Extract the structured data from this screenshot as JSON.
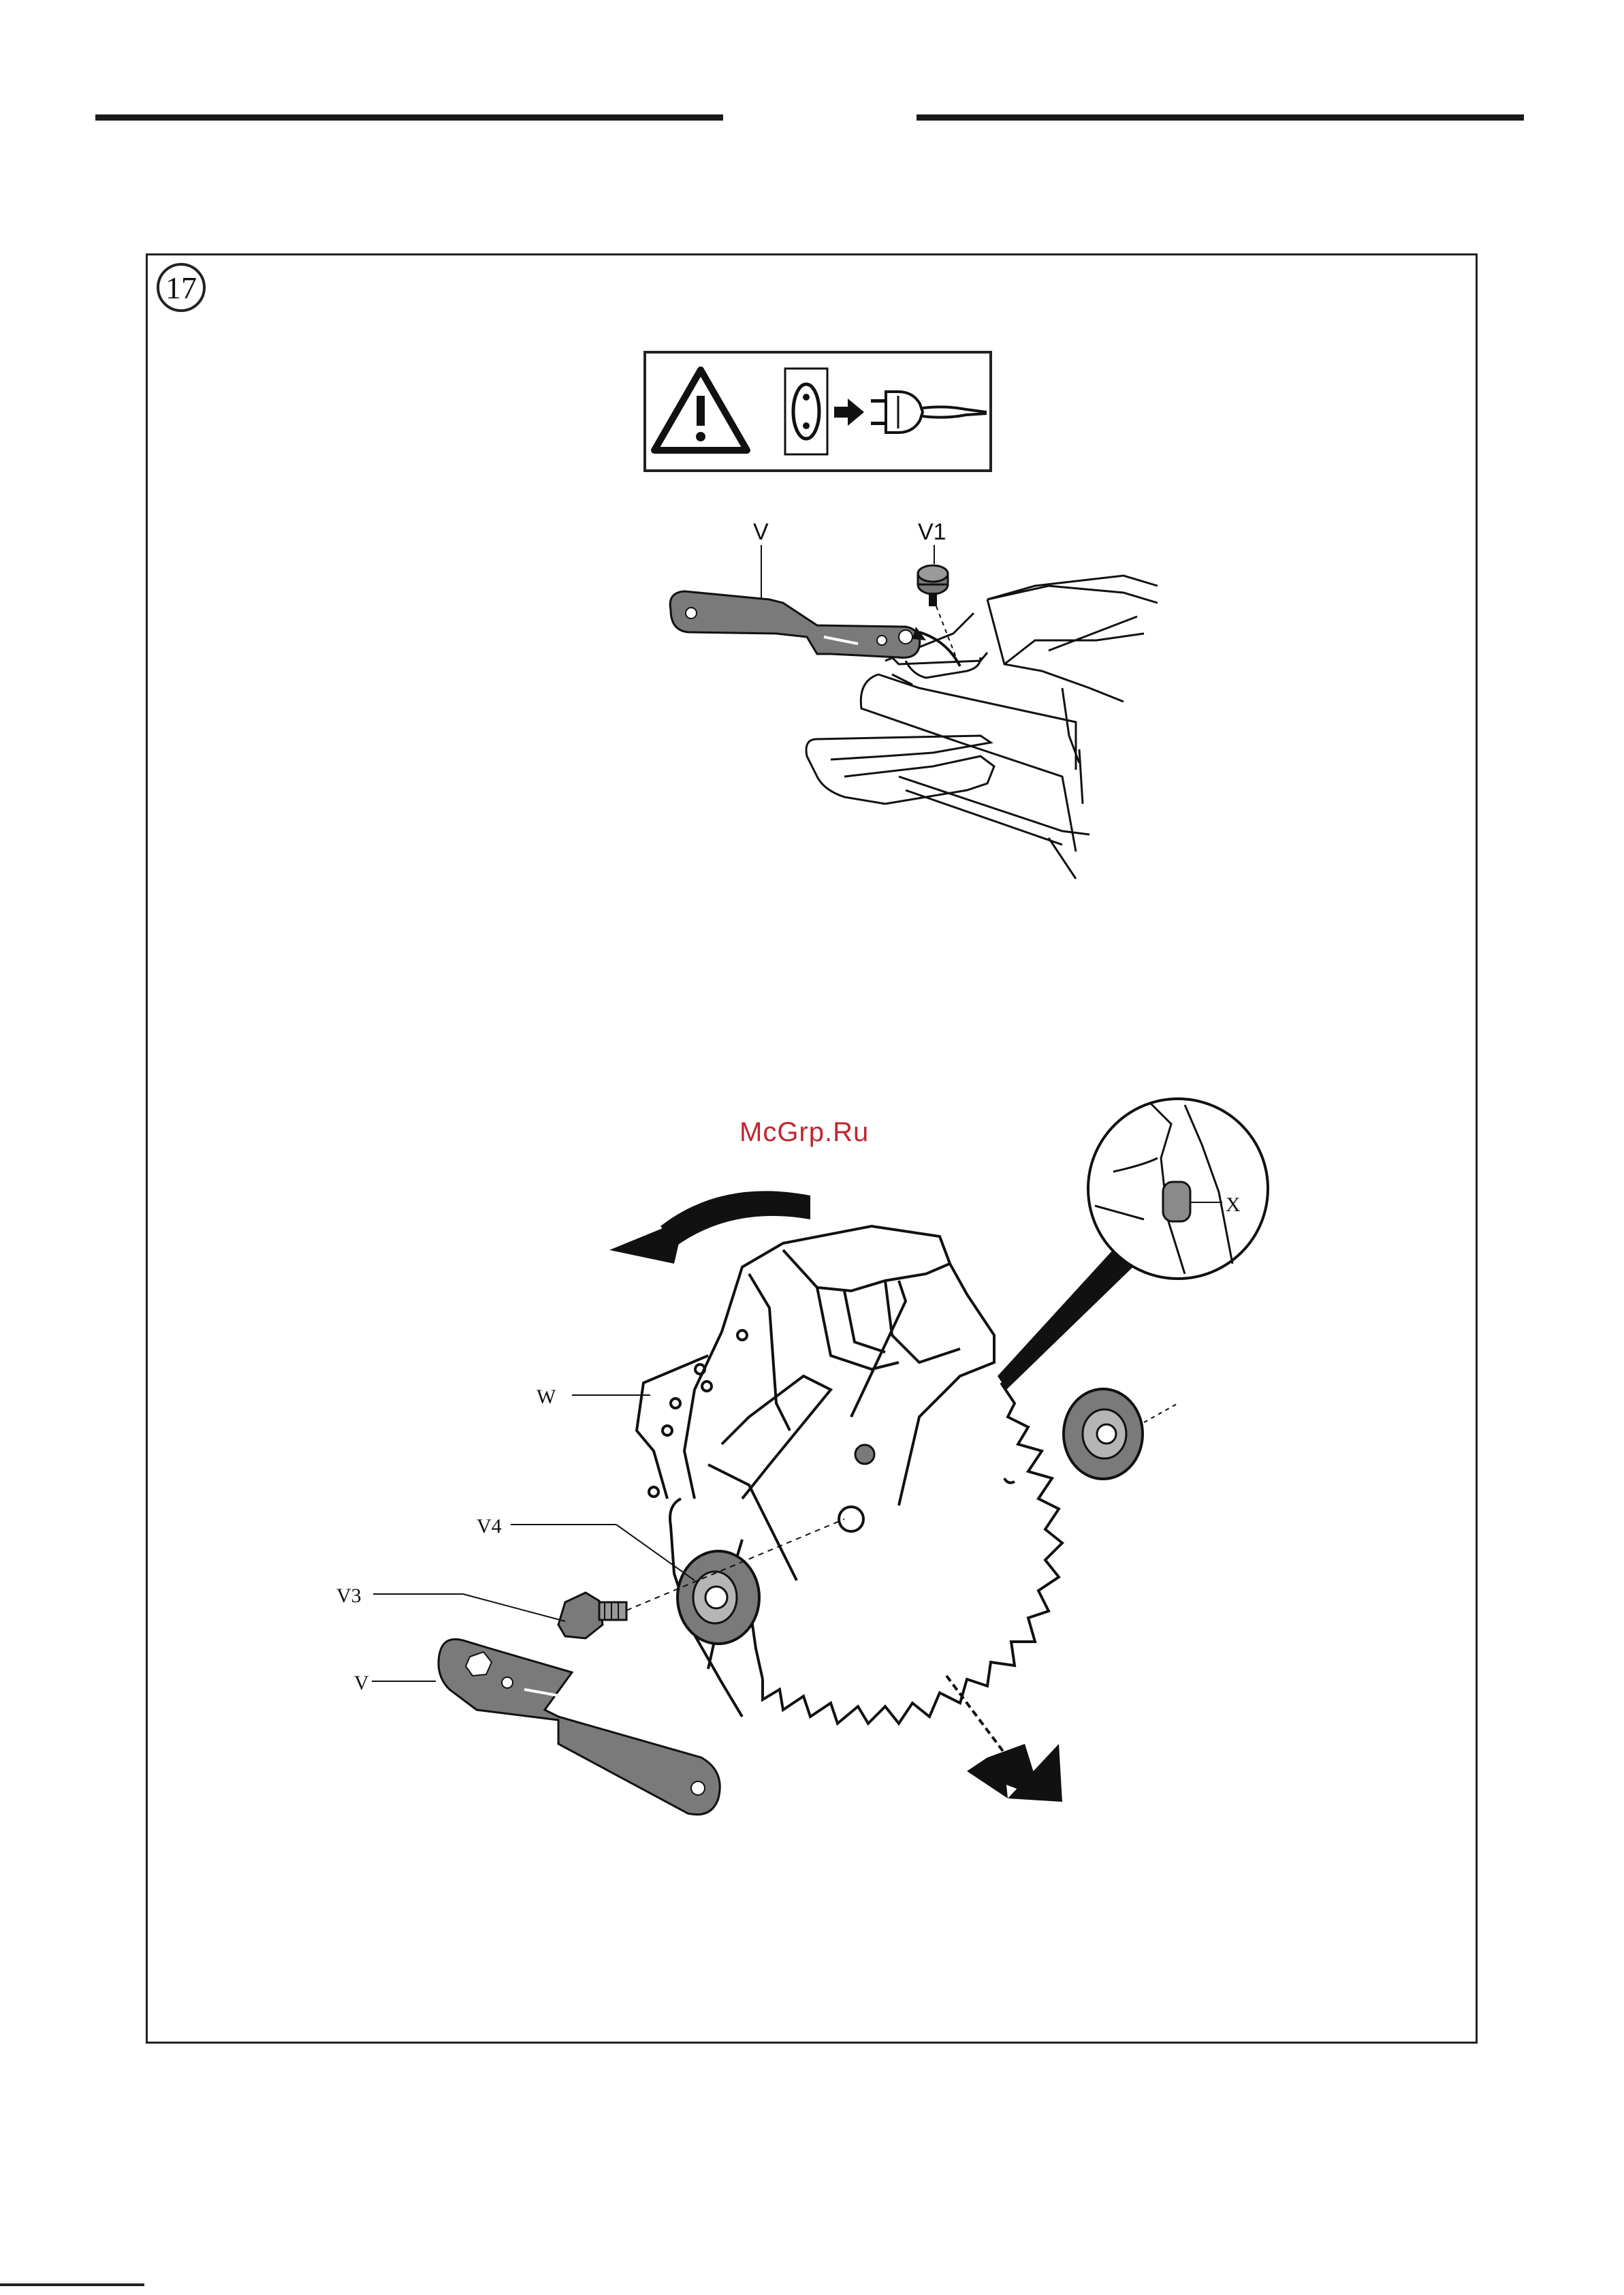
{
  "step": {
    "number": "17"
  },
  "watermark": {
    "text": "McGrp.Ru"
  },
  "warning": {
    "icons": [
      "warning-triangle-icon",
      "unplug-socket-icon",
      "arrow-right-icon",
      "plug-icon"
    ]
  },
  "figure_top": {
    "labels": {
      "wrench": "V",
      "bolt": "V1"
    }
  },
  "figure_bottom": {
    "labels": {
      "x": "X",
      "w": "W",
      "v4": "V4",
      "v3": "V3",
      "v": "V"
    }
  },
  "colors": {
    "ink": "#111111",
    "part_gray": "#7a7a7a",
    "watermark_red": "#c0262d"
  }
}
